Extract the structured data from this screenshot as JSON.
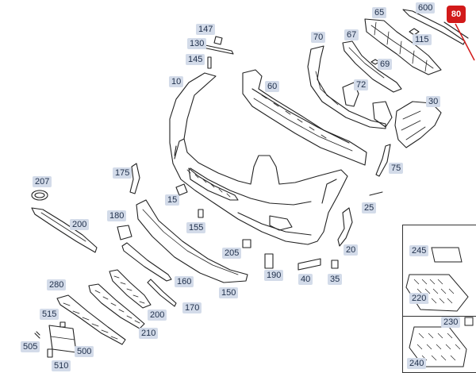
{
  "badge": {
    "label": "80",
    "color": "#d21a1a"
  },
  "label_color": "#d3dbe9",
  "labels": {
    "p10": "10",
    "p15": "15",
    "p20": "20",
    "p25": "25",
    "p30": "30",
    "p35": "35",
    "p40": "40",
    "p60": "60",
    "p65": "65",
    "p67": "67",
    "p69": "69",
    "p70": "70",
    "p72": "72",
    "p75": "75",
    "p115": "115",
    "p130": "130",
    "p145": "145",
    "p147": "147",
    "p150": "150",
    "p155": "155",
    "p160": "160",
    "p170": "170",
    "p175": "175",
    "p180": "180",
    "p190": "190",
    "p200a": "200",
    "p200b": "200",
    "p205": "205",
    "p207": "207",
    "p210": "210",
    "p220": "220",
    "p230": "230",
    "p240": "240",
    "p245": "245",
    "p280": "280",
    "p500": "500",
    "p505": "505",
    "p510": "510",
    "p515": "515",
    "p600": "600"
  }
}
